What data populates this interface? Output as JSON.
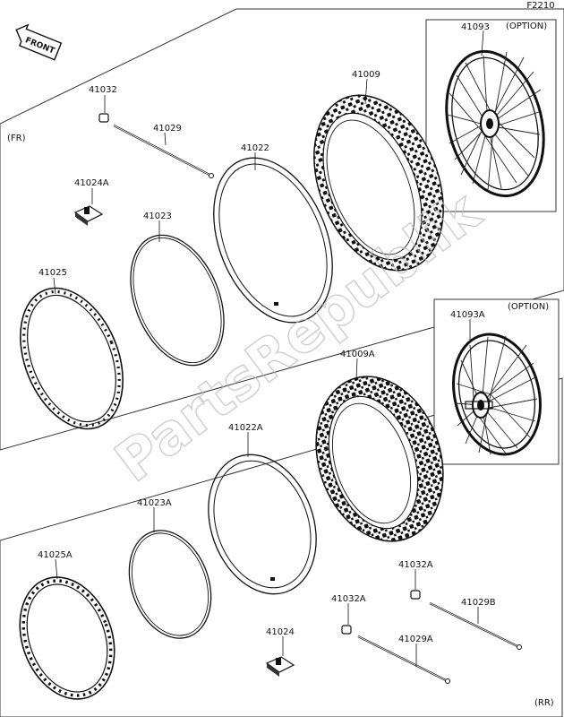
{
  "diagram": {
    "code": "F2210",
    "front_label": "FRONT",
    "sections": {
      "front": "(FR)",
      "rear": "(RR)"
    },
    "option_label": "(OPTION)",
    "watermark": "PartsRepublik",
    "parts": {
      "p41093": "41093",
      "p41009": "41009",
      "p41032_fr": "41032",
      "p41029": "41029",
      "p41022": "41022",
      "p41024A": "41024A",
      "p41023": "41023",
      "p41025": "41025",
      "p41093A": "41093A",
      "p41009A": "41009A",
      "p41022A": "41022A",
      "p41023A": "41023A",
      "p41025A": "41025A",
      "p41032A_1": "41032A",
      "p41029B": "41029B",
      "p41032A_2": "41032A",
      "p41024": "41024",
      "p41029A": "41029A"
    }
  }
}
